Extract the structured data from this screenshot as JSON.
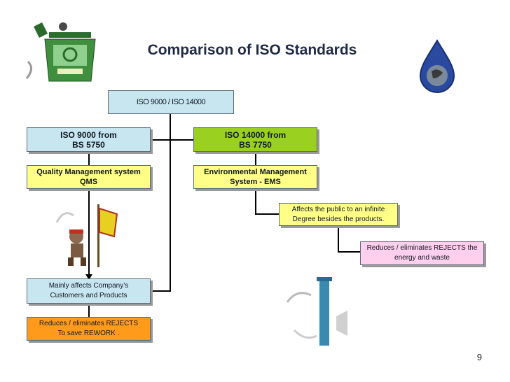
{
  "title": "Comparison of ISO Standards",
  "root": "ISO 9000 / ISO 14000",
  "left": {
    "header": "ISO 9000 from\nBS 5750",
    "system": "Quality Management system\nQMS",
    "affects": "Mainly affects Company’s\nCustomers and Products",
    "result": "Reduces / eliminates REJECTS\nTo save REWORK ."
  },
  "right": {
    "header": "ISO 14000 from\nBS 7750",
    "system": "Environmental Management\nSystem - EMS",
    "affects": "Affects the public to an infinite\nDegree besides the products.",
    "result": "Reduces / eliminates REJECTS the\nenergy and waste"
  },
  "page_number": "9",
  "colors": {
    "light_blue": "#c8e6f0",
    "green": "#9ad020",
    "yellow": "#ffff88",
    "orange": "#ff9a1a",
    "pink": "#ffd0ee"
  },
  "icons": [
    "recycle-bin-icon",
    "water-drop-globe-icon",
    "robot-flag-icon",
    "robot-pillar-icon"
  ]
}
